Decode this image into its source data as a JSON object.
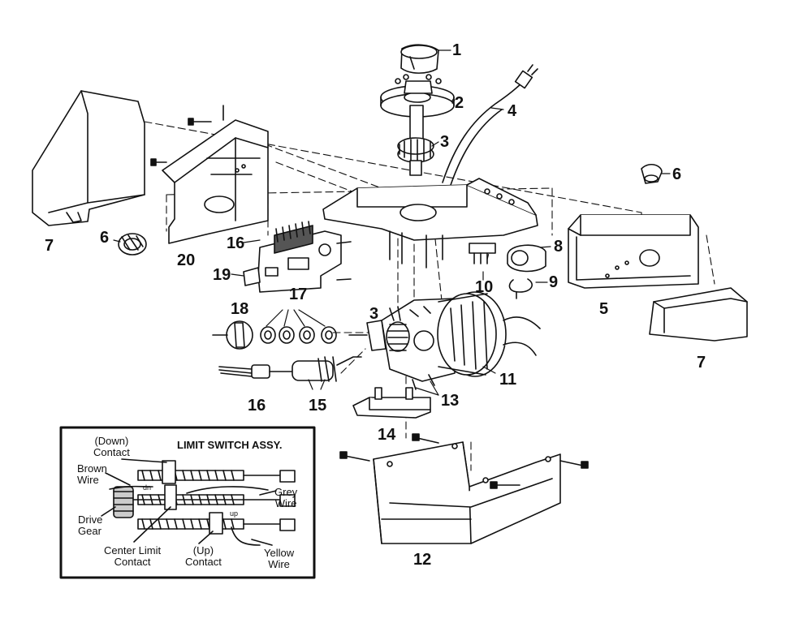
{
  "callouts": [
    "1",
    "2",
    "3",
    "4",
    "6",
    "7",
    "6",
    "20",
    "16",
    "19",
    "17",
    "18",
    "16",
    "15",
    "3",
    "14",
    "13",
    "11",
    "8",
    "10",
    "9",
    "5",
    "7",
    "12"
  ],
  "inset": {
    "title": "LIMIT SWITCH ASSY.",
    "labels": {
      "down_contact": [
        "(Down)",
        "Contact"
      ],
      "brown_wire": [
        "Brown",
        "Wire"
      ],
      "drive_gear": [
        "Drive",
        "Gear"
      ],
      "center_limit": [
        "Center Limit",
        "Contact"
      ],
      "up_contact": [
        "(Up)",
        "Contact"
      ],
      "yellow_wire": [
        "Yellow",
        "Wire"
      ],
      "grey_wire": [
        "Grey",
        "Wire"
      ]
    },
    "switch_marks": [
      "dn",
      "up"
    ]
  }
}
